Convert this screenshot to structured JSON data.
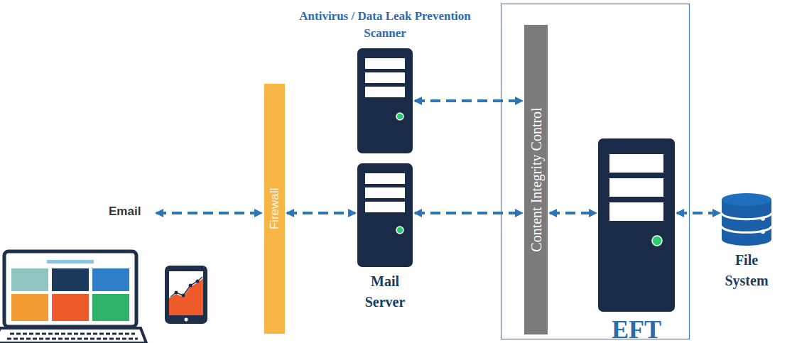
{
  "diagram": {
    "nodes": [
      {
        "text": [
          "Antivirus / Data Leak Prevention Scanner"
        ]
      },
      {
        "text": [
          "Firewall"
        ]
      },
      {
        "text": [
          "Mail Server"
        ]
      },
      {
        "text": [
          "Content Integrity Control"
        ]
      },
      {
        "text": [
          "EFT"
        ]
      },
      {
        "text": [
          "File System"
        ]
      }
    ],
    "edges": [
      {
        "from": 1,
        "to": 2,
        "arrow": "both"
      },
      {
        "from": 2,
        "to": 3,
        "arrow": "both"
      },
      {
        "from": 0,
        "to": 3,
        "arrow": "both"
      },
      {
        "from": 3,
        "to": 4,
        "arrow": "both"
      },
      {
        "from": 4,
        "to": 5,
        "arrow": "both"
      }
    ],
    "labels": [
      "Email"
    ]
  }
}
